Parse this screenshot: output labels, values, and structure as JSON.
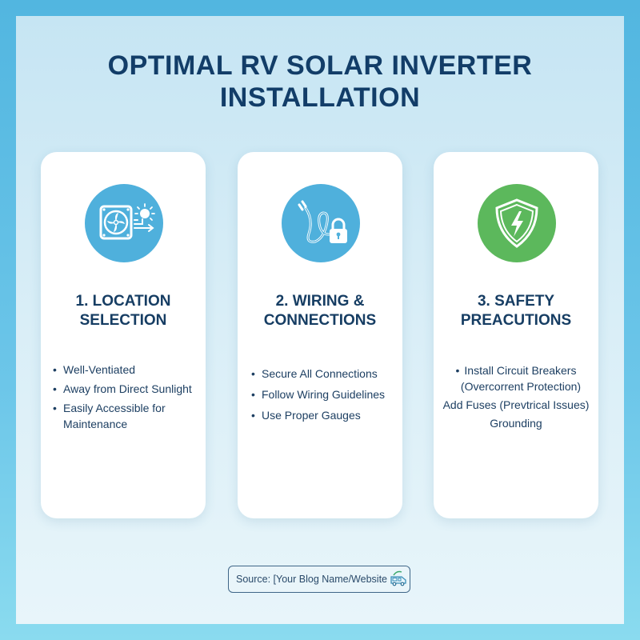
{
  "title": {
    "line1": "OPTIMAL RV SOLAR INVERTER",
    "line2": "INSTALLATION"
  },
  "colors": {
    "frame": "#52b6e0",
    "title": "#123d68",
    "icon_blue": "#4fb0dc",
    "icon_green": "#5cb85c",
    "card_bg": "#ffffff"
  },
  "cards": [
    {
      "icon": "fan-sun-icon",
      "title_line1": "1. LOCATION",
      "title_line2": "SELECTION",
      "bullets": [
        "Well-Ventiated",
        "Away from Direct Sunlight",
        "Easily Accessible for",
        "Maintenance"
      ]
    },
    {
      "icon": "wire-lock-icon",
      "title_line1": "2. WIRING &",
      "title_line2": "CONNECTIONS",
      "bullets": [
        "Secure All Connections",
        "Follow Wiring Guidelines",
        "Use Proper Gauges"
      ]
    },
    {
      "icon": "shield-bolt-icon",
      "title_line1": "3. SAFETY",
      "title_line2": "PREACUTIONS",
      "bullets": [
        "Install Circuit Breakers",
        "(Overcorrent Protection)",
        "Add Fuses (Prevtrical Issues)",
        "Grounding"
      ]
    }
  ],
  "bullet_glyph": "•",
  "source": {
    "label": "Source: [Your Blog Name/Website",
    "icon": "rv-icon"
  }
}
